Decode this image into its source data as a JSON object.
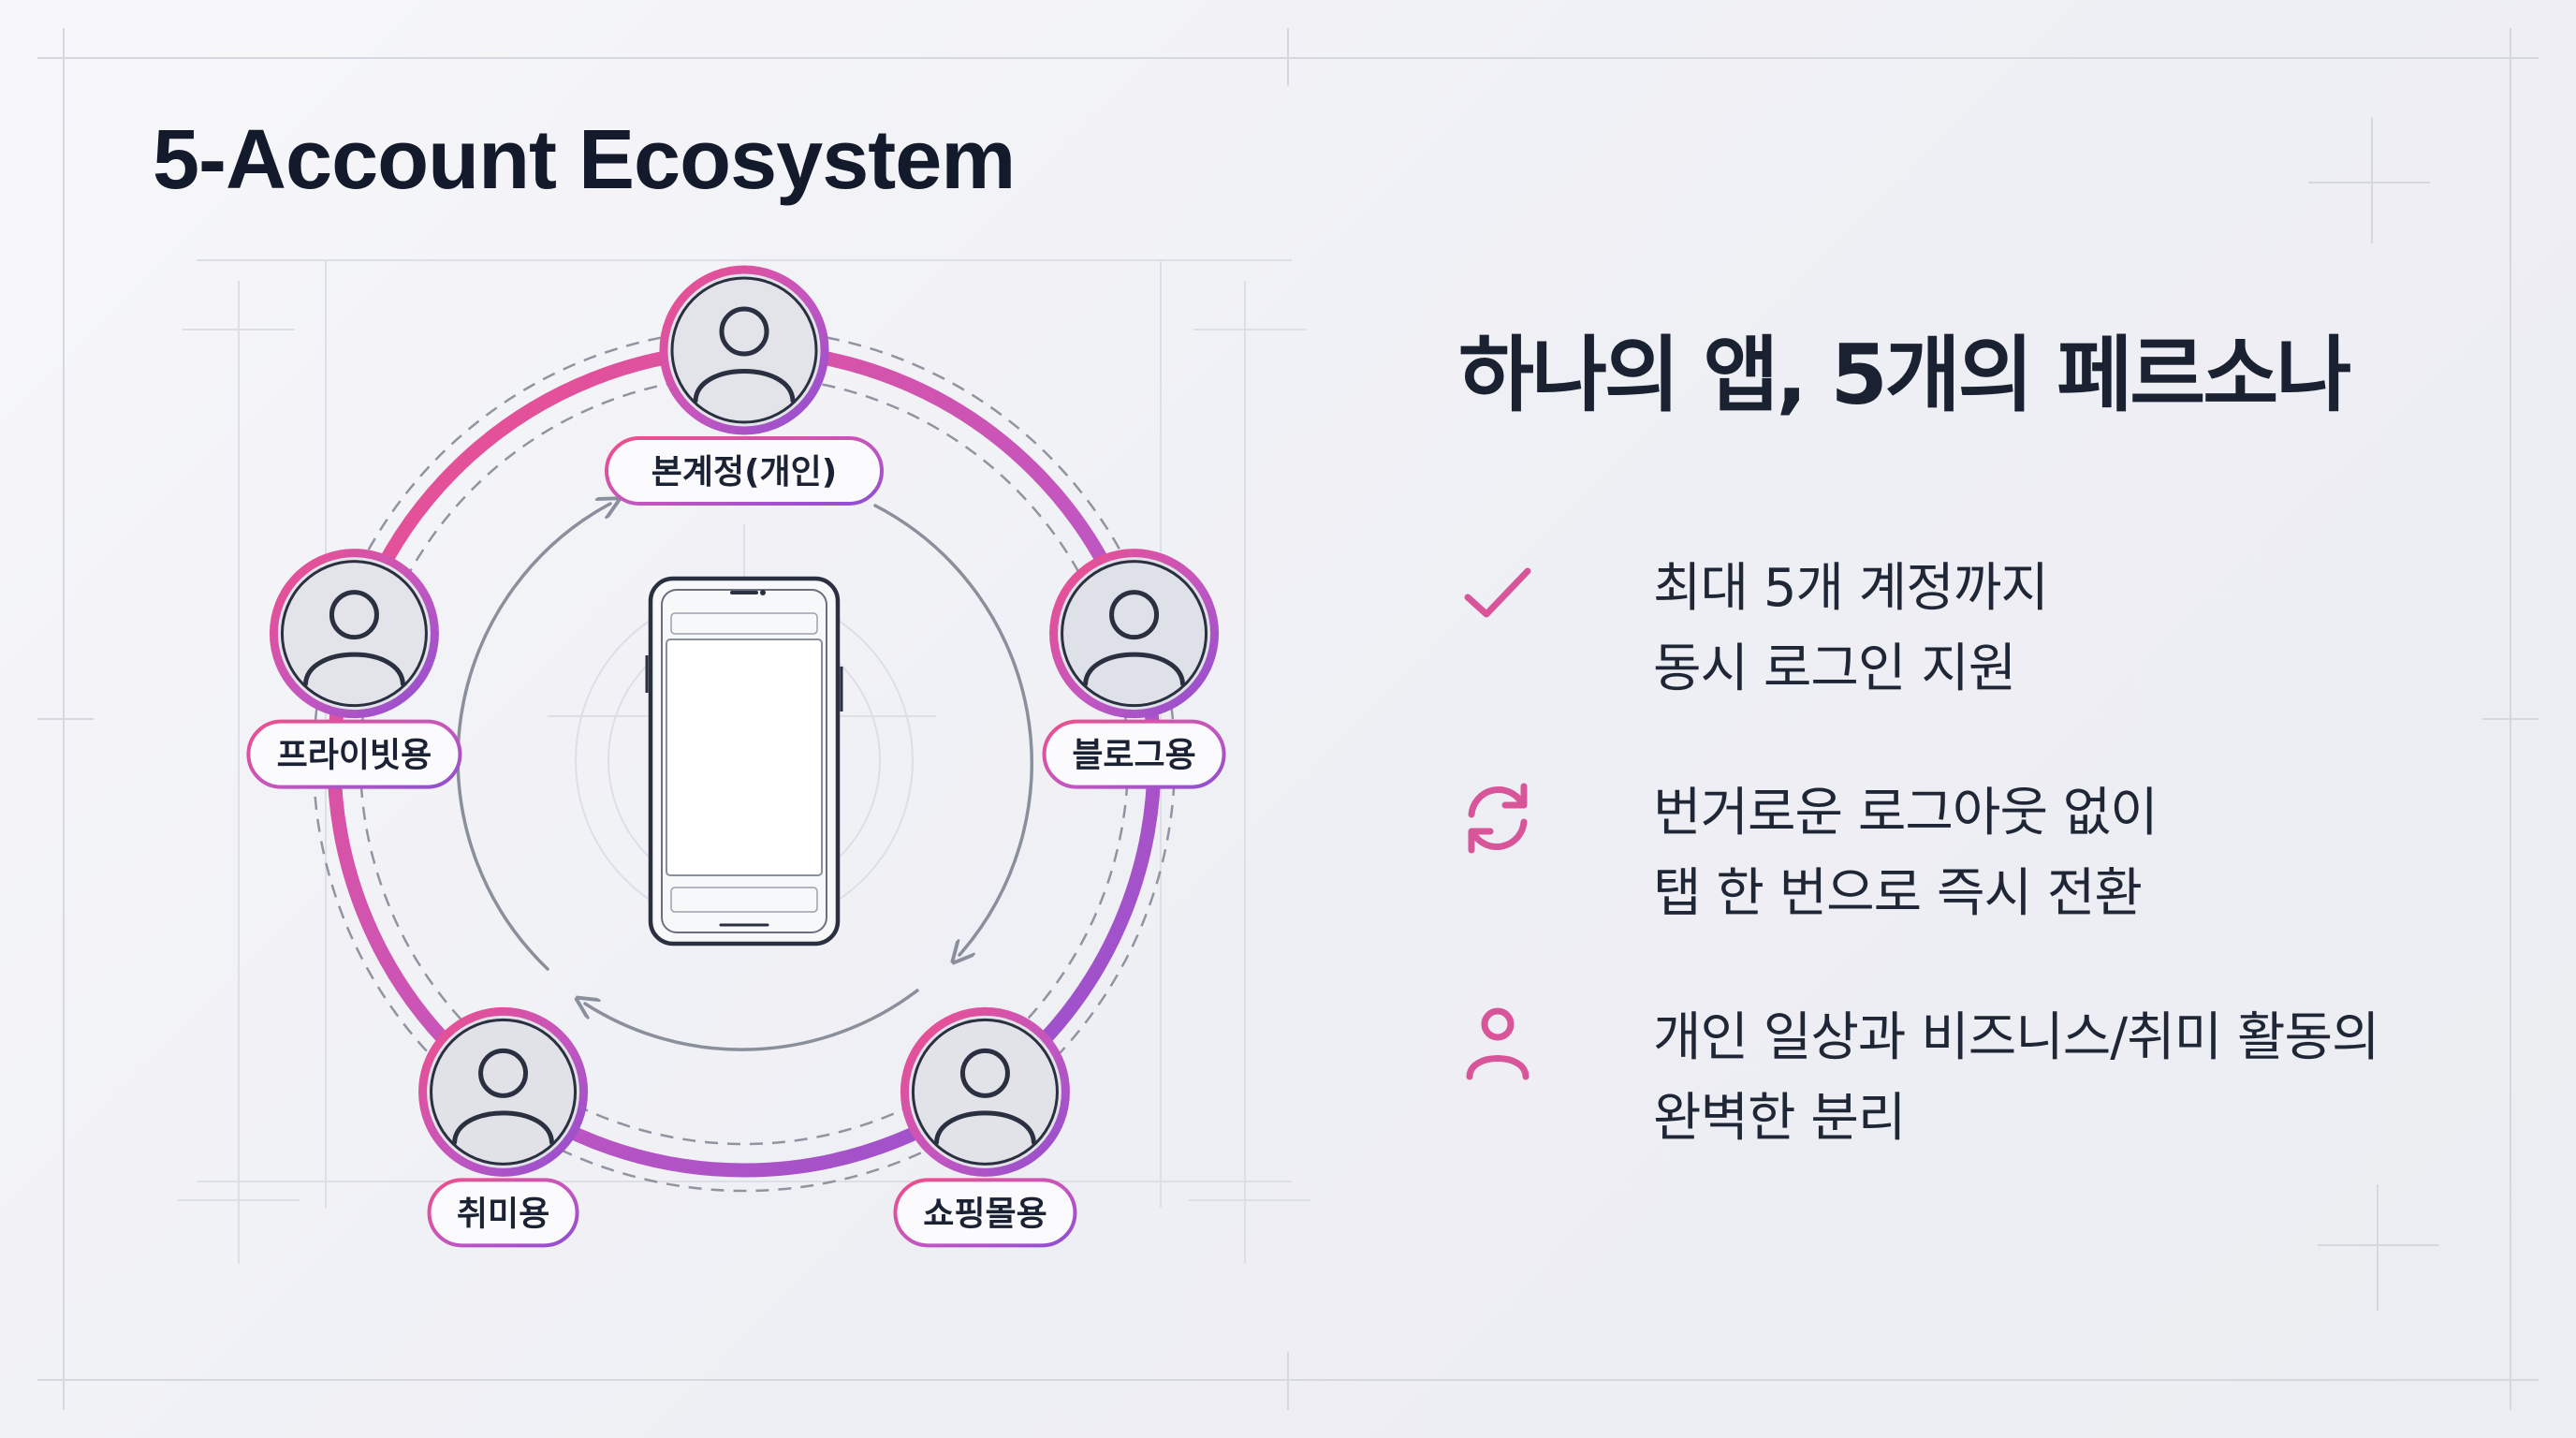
{
  "title": "5-Account Ecosystem",
  "subtitle": "하나의 앱, 5개의 페르소나",
  "colors": {
    "pink": "#e8518f",
    "purple": "#9b4fc9",
    "text_dark": "#131a2b",
    "guide": "#cfd2db"
  },
  "accounts": [
    {
      "label": "본계정(개인)",
      "icon": "user-icon"
    },
    {
      "label": "블로그용",
      "icon": "user-icon"
    },
    {
      "label": "쇼핑몰용",
      "icon": "user-icon"
    },
    {
      "label": "취미용",
      "icon": "user-icon"
    },
    {
      "label": "프라이빗용",
      "icon": "user-icon"
    }
  ],
  "center_icon": "smartphone-icon",
  "features": [
    {
      "icon": "checkmark-icon",
      "lines": [
        "최대 5개 계정까지",
        "동시 로그인 지원"
      ]
    },
    {
      "icon": "refresh-icon",
      "lines": [
        "번거로운 로그아웃 없이",
        "탭 한 번으로 즉시 전환"
      ]
    },
    {
      "icon": "person-icon",
      "lines": [
        "개인 일상과 비즈니스/취미 활동의",
        "완벽한 분리"
      ]
    }
  ]
}
